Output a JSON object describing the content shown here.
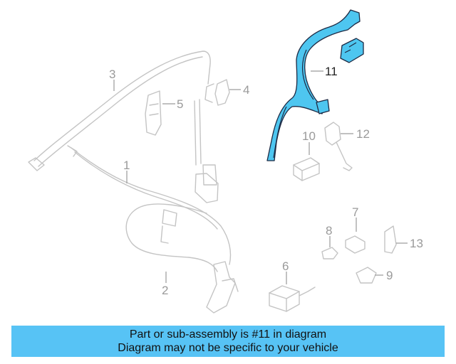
{
  "callouts": {
    "c1": "1",
    "c2": "2",
    "c3": "3",
    "c4": "4",
    "c5": "5",
    "c6": "6",
    "c7": "7",
    "c8": "8",
    "c9": "9",
    "c10": "10",
    "c11": "11",
    "c12": "12",
    "c13": "13"
  },
  "highlight_color": "#4ec6f0",
  "banner": {
    "line1": "Part or sub-assembly is #11 in diagram",
    "line2": "Diagram may not be specific to your vehicle",
    "background": "#57c3f5"
  }
}
